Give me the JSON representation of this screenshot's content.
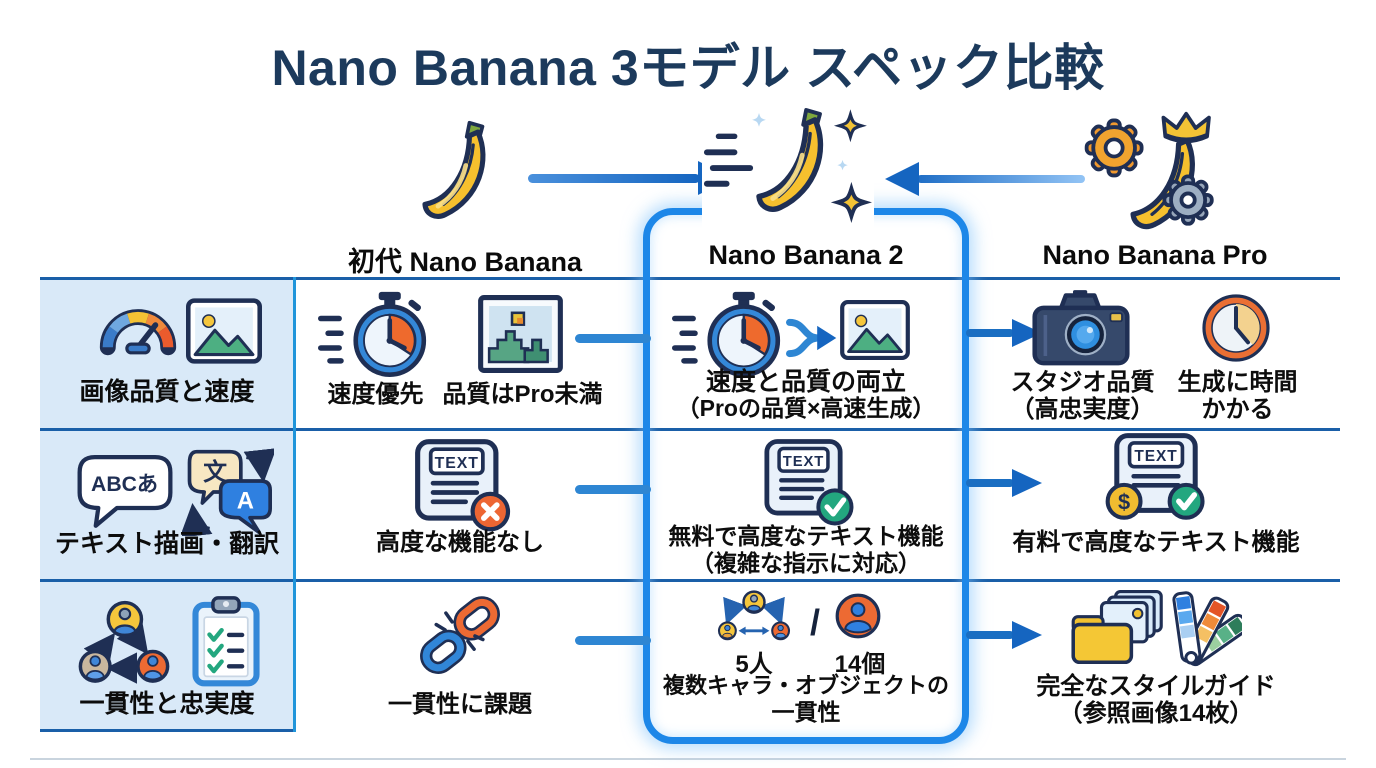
{
  "title": "Nano Banana 3モデル スペック比較",
  "header": {
    "models": [
      {
        "label": "初代 Nano Banana"
      },
      {
        "label": "Nano Banana 2"
      },
      {
        "label": "Nano Banana Pro"
      }
    ]
  },
  "rows": [
    {
      "label": "画像品質と速度",
      "old": {
        "item1": "速度優先",
        "item2": "品質はPro未満"
      },
      "v2": {
        "line1": "速度と品質の両立",
        "line2": "（Proの品質×高速生成）"
      },
      "pro": {
        "item1_line1": "スタジオ品質",
        "item1_line2": "（高忠実度）",
        "item2_line1": "生成に時間",
        "item2_line2": "かかる"
      }
    },
    {
      "label": "テキスト描画・翻訳",
      "old": {
        "item1": "高度な機能なし"
      },
      "v2": {
        "line1": "無料で高度なテキスト機能",
        "line2": "（複雑な指示に対応）"
      },
      "pro": {
        "item1": "有料で高度なテキスト機能"
      }
    },
    {
      "label": "一貫性と忠実度",
      "old": {
        "item1": "一貫性に課題"
      },
      "v2": {
        "count1": "5人",
        "divider": "/",
        "count2": "14個",
        "line1": "複数キャラ・オブジェクトの",
        "line2": "一貫性"
      },
      "pro": {
        "item1_line1": "完全なスタイルガイド",
        "item1_line2": "（参照画像14枚）"
      }
    }
  ],
  "icon_text": {
    "text_doc": "TEXT",
    "abc_bubble": "ABCあ",
    "translate_source": "文",
    "translate_target": "A",
    "dollar": "$"
  },
  "colors": {
    "title": "#1c3a5c",
    "outline_navy": "#1f2f54",
    "highlight_box_blue": "#1d87e8",
    "arrow_dark_blue": "#1565c0",
    "label_cell_bg": "#d9e9f8",
    "grid_line": "#1a5fa8",
    "banana_yellow": "#f6c02e"
  }
}
